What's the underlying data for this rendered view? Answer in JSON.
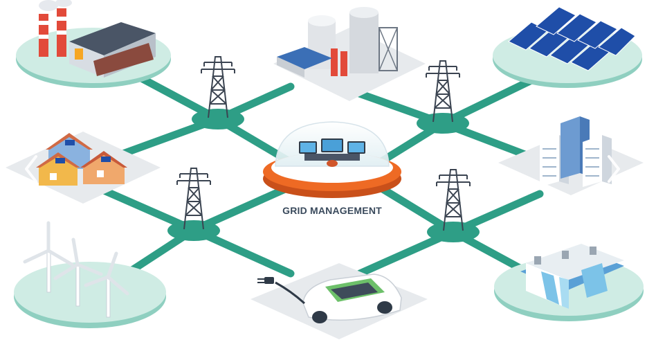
{
  "diagram": {
    "center_label": "GRID MANAGEMENT",
    "nodes": [
      {
        "id": "factory",
        "icon": "factory-icon"
      },
      {
        "id": "power-plant",
        "icon": "power-plant-icon"
      },
      {
        "id": "solar-farm",
        "icon": "solar-panel-icon"
      },
      {
        "id": "smart-homes",
        "icon": "house-icon"
      },
      {
        "id": "office-buildings",
        "icon": "office-building-icon"
      },
      {
        "id": "wind-farm",
        "icon": "wind-turbine-icon"
      },
      {
        "id": "electric-vehicle",
        "icon": "electric-car-icon"
      },
      {
        "id": "hydro-dam",
        "icon": "hydro-dam-icon"
      }
    ],
    "towers": [
      {
        "id": "tower-top-left",
        "icon": "transmission-tower-icon"
      },
      {
        "id": "tower-top-right",
        "icon": "transmission-tower-icon"
      },
      {
        "id": "tower-bottom-left",
        "icon": "transmission-tower-icon"
      },
      {
        "id": "tower-bottom-right",
        "icon": "transmission-tower-icon"
      }
    ],
    "colors": {
      "line": "#2e9e86",
      "platform": "#bfe3da",
      "platform_edge": "#8fcfc0",
      "hub_orange": "#ee6a24",
      "label": "#3a4a5c"
    }
  }
}
